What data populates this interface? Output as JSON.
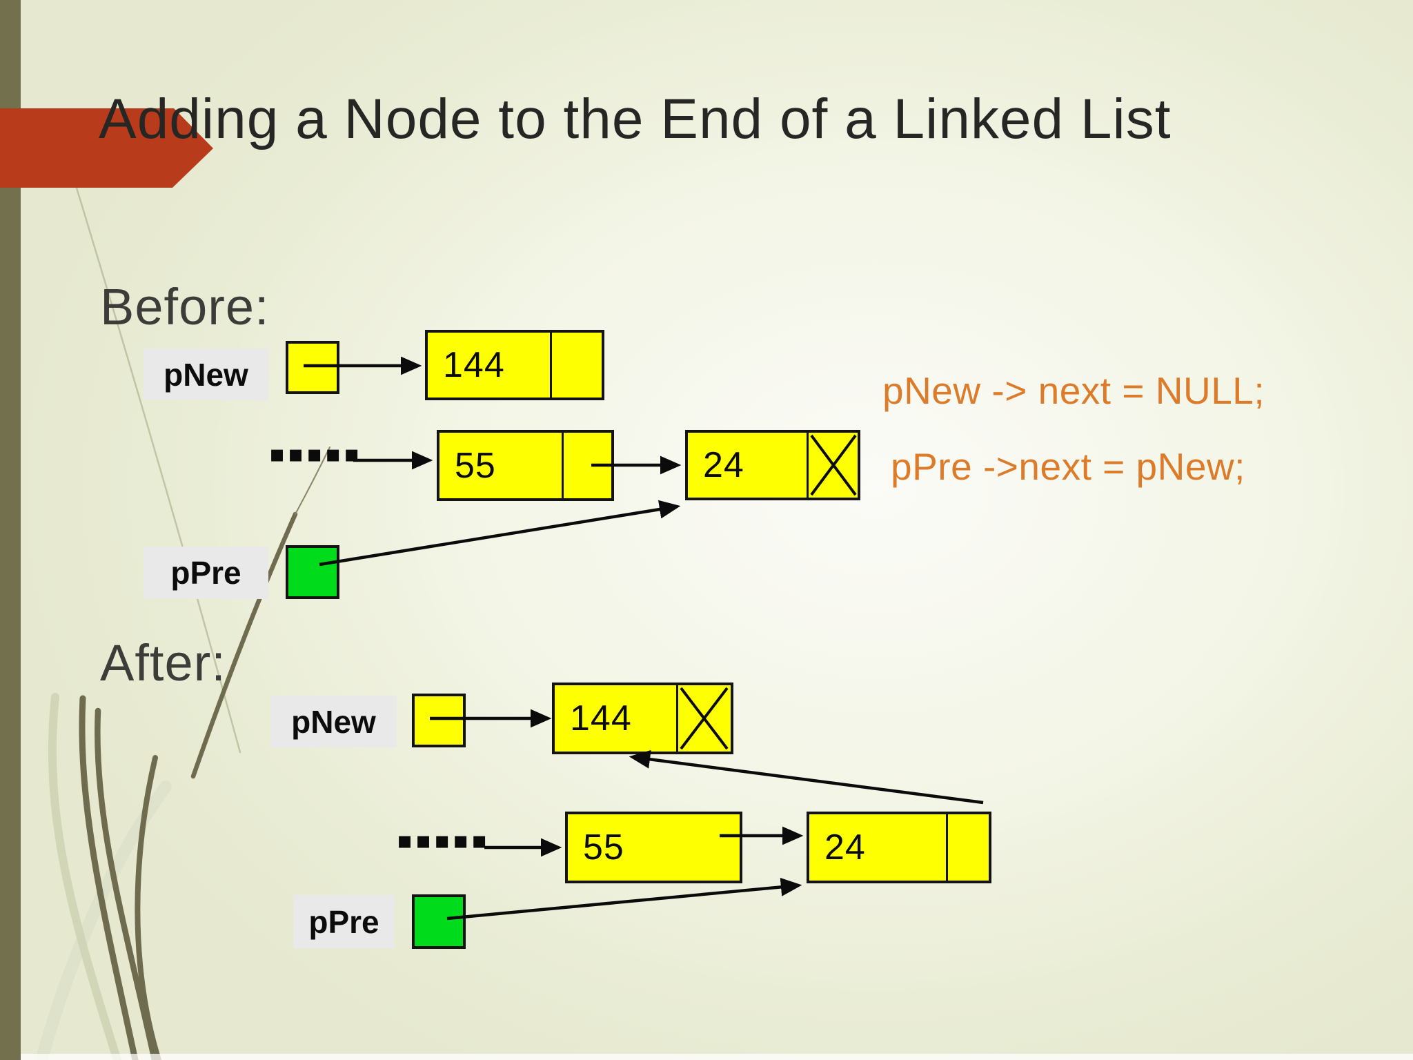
{
  "title": "Adding a Node to the End of a Linked List",
  "before": {
    "heading": "Before:",
    "pnew_label": "pNew",
    "ppre_label": "pPre",
    "dots": "▪▪▪▪▪",
    "node144": "144",
    "node55": "55",
    "node24": "24"
  },
  "after": {
    "heading": "After:",
    "pnew_label": "pNew",
    "ppre_label": "pPre",
    "dots": "▪▪▪▪▪",
    "node144": "144",
    "node55": "55",
    "node24": "24"
  },
  "code": {
    "line1": "pNew -> next = NULL;",
    "line2": "pPre ->next = pNew;"
  },
  "colors": {
    "accent_red": "#b83c1c",
    "stripe_olive": "#73704d",
    "node_yellow": "#feff00",
    "pointer_green": "#00dc1c",
    "code_orange": "#dc7b2a",
    "label_gray": "#e9e9ea"
  }
}
